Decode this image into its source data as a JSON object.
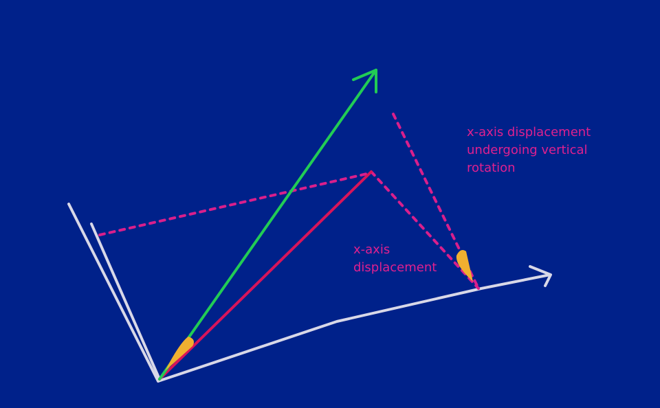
{
  "colors": {
    "background": "#00218a",
    "axes": "#d8d8e8",
    "green_vector": "#22cc55",
    "red_vector": "#d8145a",
    "dashed_lines": "#d91f8c",
    "angle_marks": "#f0b030",
    "label_text": "#e0208f"
  },
  "labels": {
    "rotation": {
      "line1": "x-axis displacement",
      "line2": "undergoing vertical",
      "line3": "rotation"
    },
    "displacement": {
      "line1": "x-axis",
      "line2": "displacement"
    }
  }
}
